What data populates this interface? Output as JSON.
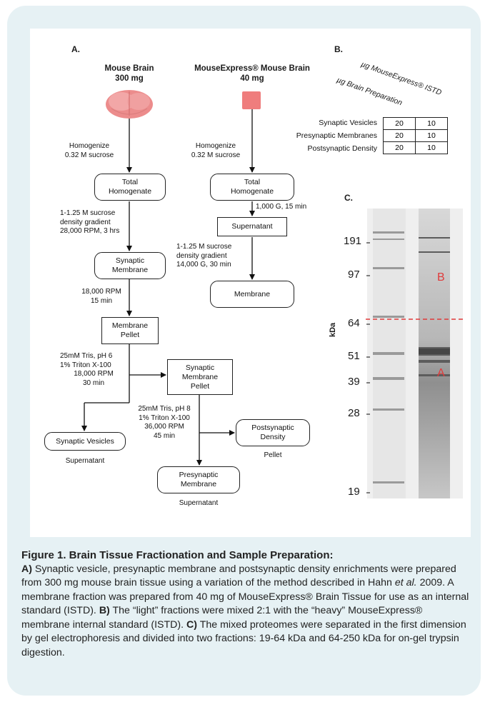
{
  "panel_a": {
    "letter": "A.",
    "col1_title": "Mouse Brain",
    "col1_amount": "300 mg",
    "col2_title": "MouseExpress® Mouse Brain",
    "col2_amount": "40 mg",
    "step_homog_1a": "Homogenize",
    "step_homog_1b": "0.32 M sucrose",
    "step_homog_2a": "Homogenize",
    "step_homog_2b": "0.32 M sucrose",
    "total_homog_1a": "Total",
    "total_homog_1b": "Homogenate",
    "total_homog_2a": "Total",
    "total_homog_2b": "Homogenate",
    "step_grad_1a": "1-1.25 M sucrose",
    "step_grad_1b": "density gradient",
    "step_grad_1c": "28,000 RPM, 3 hrs",
    "step_spin_2": "1,000 G, 15 min",
    "supernatant_box": "Supernatant",
    "step_grad_2a": "1-1.25 M sucrose",
    "step_grad_2b": "density gradient",
    "step_grad_2c": "14,000 G, 30 min",
    "membrane_box": "Membrane",
    "syn_mem_a": "Synaptic",
    "syn_mem_b": "Membrane",
    "step_18k_a": "18,000 RPM",
    "step_18k_b": "15 min",
    "mem_pellet_a": "Membrane",
    "mem_pellet_b": "Pellet",
    "step_tris6_a": "25mM Tris, pH 6",
    "step_tris6_b": "1% Triton X-100",
    "step_tris6_c": "18,000 RPM",
    "step_tris6_d": "30 min",
    "syn_mem_pellet_a": "Synaptic",
    "syn_mem_pellet_b": "Membrane",
    "syn_mem_pellet_c": "Pellet",
    "step_tris8_a": "25mM Tris, pH 8",
    "step_tris8_b": "1% Triton X-100",
    "step_tris8_c": "36,000 RPM",
    "step_tris8_d": "45 min",
    "postsyn_a": "Postsynaptic",
    "postsyn_b": "Density",
    "pellet_label": "Pellet",
    "syn_ves": "Synaptic Vesicles",
    "supernatant_label_1": "Supernatant",
    "presyn_a": "Presynaptic",
    "presyn_b": "Membrane",
    "supernatant_label_2": "Supernatant"
  },
  "panel_b": {
    "letter": "B.",
    "col_header_1": "µg Brain Preparation",
    "col_header_2": "µg MouseExpress® ISTD",
    "rows": [
      {
        "label": "Synaptic Vesicles",
        "v1": "20",
        "v2": "10"
      },
      {
        "label": "Presynaptic Membranes",
        "v1": "20",
        "v2": "10"
      },
      {
        "label": "Postsynaptic Density",
        "v1": "20",
        "v2": "10"
      }
    ]
  },
  "panel_c": {
    "letter": "C.",
    "axis_unit": "kDa",
    "markers": [
      "191",
      "97",
      "64",
      "51",
      "39",
      "28",
      "19"
    ],
    "marker_b": "B",
    "marker_a": "A",
    "accent_red": "#e03a3a"
  },
  "caption": {
    "title": "Figure 1. Brain Tissue Fractionation and Sample Preparation:",
    "a_tag": "A)",
    "a_text_1": " Synaptic vesicle, presynaptic membrane and postsynaptic density enrichments were prepared from 300 mg mouse brain tissue using a variation of the method described in Hahn ",
    "a_etal": "et al.",
    "a_text_2": " 2009. A membrane fraction was prepared from 40 mg of MouseExpress® Brain Tissue for use as an internal standard (ISTD). ",
    "b_tag": "B)",
    "b_text": " The “light” fractions were mixed 2:1 with the “heavy” MouseExpress® membrane internal standard (ISTD). ",
    "c_tag": "C)",
    "c_text": " The mixed proteomes were separated in the first dimension by gel electrophoresis and divided into two fractions: 19-64 kDa and 64-250 kDa for on-gel trypsin digestion."
  },
  "colors": {
    "panel_bg": "#e6f1f4",
    "brain_pink": "#ec8c8c",
    "tissue_pink": "#ef7d7d"
  }
}
